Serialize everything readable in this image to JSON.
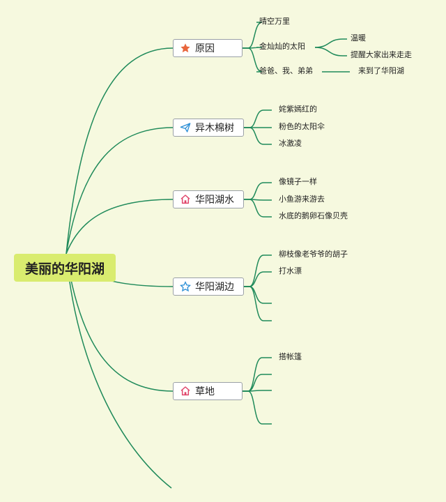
{
  "root": {
    "label": "美丽的华阳湖"
  },
  "branches": [
    {
      "label": "原因",
      "icon": "star-filled-icon",
      "icon_color": "#e8663d",
      "children": [
        {
          "label": "晴空万里"
        },
        {
          "label": "金灿灿的太阳",
          "children": [
            {
              "label": "温暖"
            },
            {
              "label": "提醒大家出来走走"
            }
          ]
        },
        {
          "label": "爸爸、我、弟弟",
          "children": [
            {
              "label": "来到了华阳湖"
            }
          ]
        }
      ]
    },
    {
      "label": "异木棉树",
      "icon": "paper-plane-icon",
      "icon_color": "#2c8fd6",
      "children": [
        {
          "label": "姹紫嫣红的"
        },
        {
          "label": "粉色的太阳伞"
        },
        {
          "label": "冰激凌"
        }
      ]
    },
    {
      "label": "华阳湖水",
      "icon": "home-icon",
      "icon_color": "#e0456a",
      "children": [
        {
          "label": "像镜子一样"
        },
        {
          "label": "小鱼游来游去"
        },
        {
          "label": "水底的鹅卵石像贝壳"
        }
      ]
    },
    {
      "label": "华阳湖边",
      "icon": "star-outline-icon",
      "icon_color": "#2c8fd6",
      "children": [
        {
          "label": "柳枝像老爷爷的胡子"
        },
        {
          "label": "打水漂"
        },
        {
          "label": ""
        },
        {
          "label": ""
        }
      ]
    },
    {
      "label": "草地",
      "icon": "home-icon",
      "icon_color": "#e0456a",
      "children": [
        {
          "label": "搭帐篷"
        },
        {
          "label": ""
        },
        {
          "label": ""
        },
        {
          "label": ""
        }
      ]
    }
  ],
  "colors": {
    "line": "#1f8a5a",
    "background": "#f6f9df",
    "root_fill": "#d9ec6f"
  }
}
